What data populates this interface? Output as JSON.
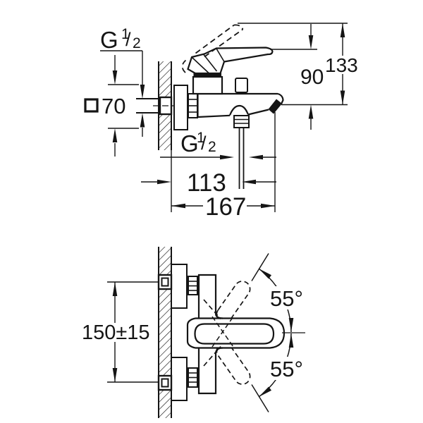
{
  "side_view": {
    "wall_thread_label": {
      "g": "G",
      "numerator": "1",
      "slash": "/",
      "denominator": "2"
    },
    "escutcheon_dim": "70",
    "outlet_thread_label": {
      "g": "G",
      "numerator": "1",
      "slash": "/",
      "denominator": "2"
    },
    "dim_spout_to_lever": "90",
    "dim_total_height": "133",
    "dim_wall_to_outlet": "113",
    "dim_wall_to_spout_tip": "167"
  },
  "plan_view": {
    "dim_mounting_centers": "150±15",
    "dim_lever_swing_upper": "55°",
    "dim_lever_swing_lower": "55°"
  },
  "colors": {
    "line": "#151515",
    "background": "#ffffff"
  }
}
